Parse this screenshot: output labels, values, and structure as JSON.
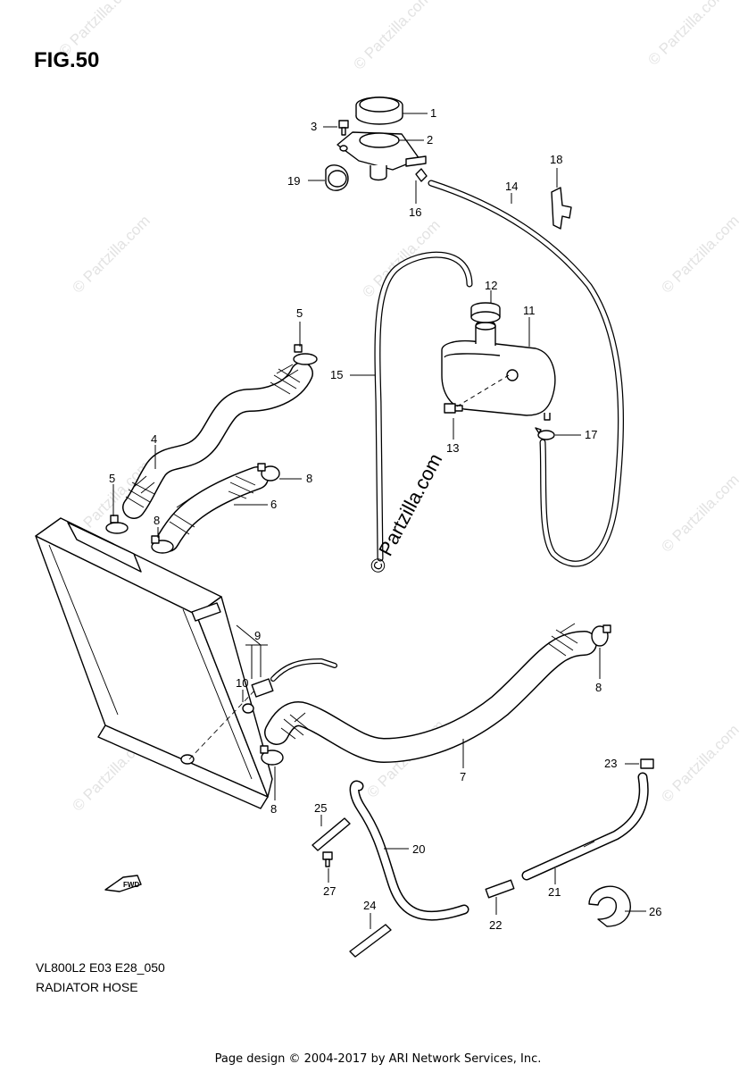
{
  "figure": {
    "title": "FIG.50",
    "model_code": "VL800L2 E03 E28_050",
    "name": "RADIATOR HOSE"
  },
  "footer": "Page design © 2004-2017 by ARI Network Services, Inc.",
  "watermark": {
    "center_text": "© Partzilla.com",
    "tile_text": "© Partzilla.com"
  },
  "fwd_label": "FWD",
  "callouts": {
    "c1": "1",
    "c2": "2",
    "c3": "3",
    "c4": "4",
    "c5a": "5",
    "c5b": "5",
    "c6": "6",
    "c7": "7",
    "c8a": "8",
    "c8b": "8",
    "c8c": "8",
    "c8d": "8",
    "c9": "9",
    "c10": "10",
    "c11": "11",
    "c12": "12",
    "c13": "13",
    "c14": "14",
    "c15": "15",
    "c16": "16",
    "c17": "17",
    "c18": "18",
    "c19": "19",
    "c20": "20",
    "c21": "21",
    "c22": "22",
    "c23": "23",
    "c24": "24",
    "c25": "25",
    "c26": "26",
    "c27": "27"
  }
}
